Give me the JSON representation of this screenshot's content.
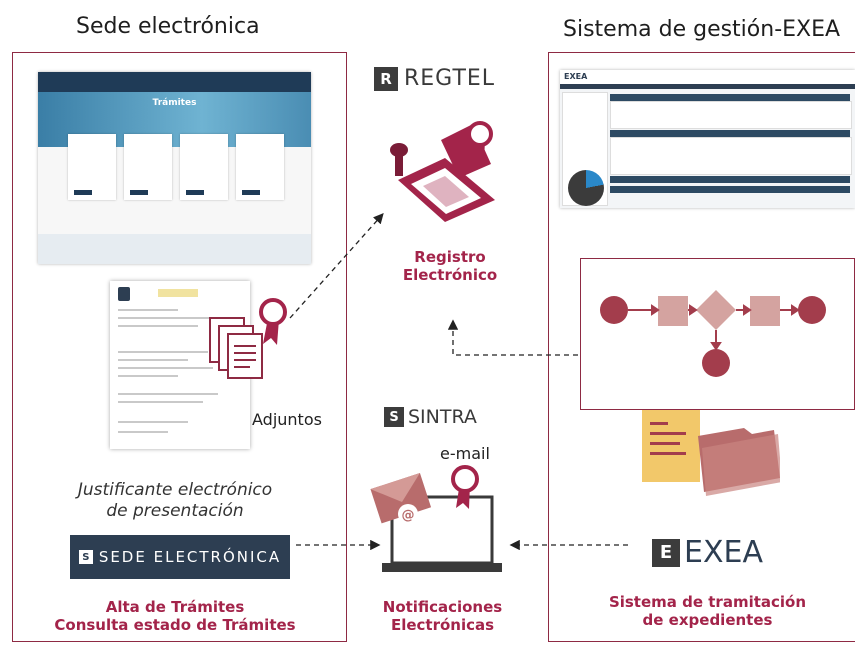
{
  "left_heading": "Sede electrónica",
  "right_heading": "Sistema de gestión-EXEA",
  "web_screenshot": {
    "title": "Trámites"
  },
  "regtel": {
    "logo_letter": "R",
    "logo_text": "REGTEL",
    "label_line1": "Registro",
    "label_line2": "Electrónico"
  },
  "adjuntos": "Adjuntos",
  "justificante": {
    "line1": "Justificante electrónico",
    "line2": "de presentación"
  },
  "sede_button": {
    "logo_letter": "S",
    "text": "SEDE ELECTRÓNICA"
  },
  "left_footer": {
    "line1": "Alta de Trámites",
    "line2": "Consulta estado de Trámites"
  },
  "sintra": {
    "logo_letter": "S",
    "logo_text": "SINTRA",
    "email": "e-mail"
  },
  "center_footer": {
    "line1": "Notificaciones",
    "line2": "Electrónicas"
  },
  "exea": {
    "logo_letter": "E",
    "logo_text": "EXEA",
    "small_logo": "EXEA"
  },
  "right_footer": {
    "line1": "Sistema de tramitación",
    "line2": "de expedientes"
  },
  "colors": {
    "accent": "#a3244a",
    "panel_border": "#8e2a43",
    "flow_node": "#a33d4c",
    "flow_box": "#d4a3a0",
    "folder": "#b86c6c",
    "doc_yellow": "#f2c86a",
    "dark_blue": "#2d3e52"
  }
}
